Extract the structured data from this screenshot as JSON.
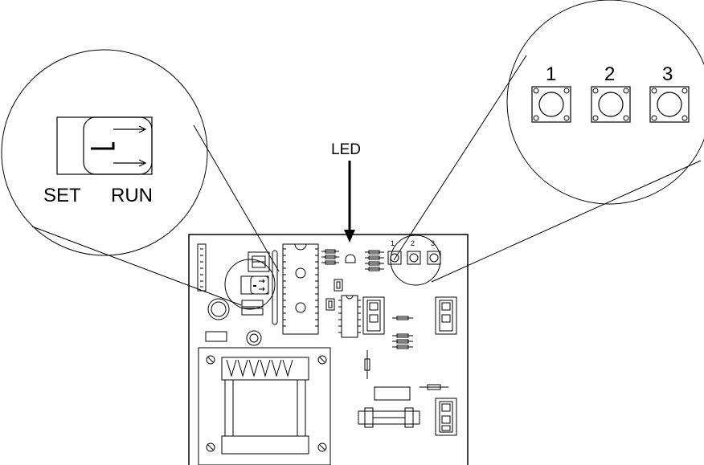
{
  "labels": {
    "led": "LED",
    "switch_set": "SET",
    "switch_run": "RUN",
    "button_1": "1",
    "button_2": "2",
    "button_3": "3",
    "pcb_button_1": "1",
    "pcb_button_2": "2",
    "pcb_button_3": "3"
  },
  "colors": {
    "line": "#000000",
    "background": "#ffffff"
  }
}
